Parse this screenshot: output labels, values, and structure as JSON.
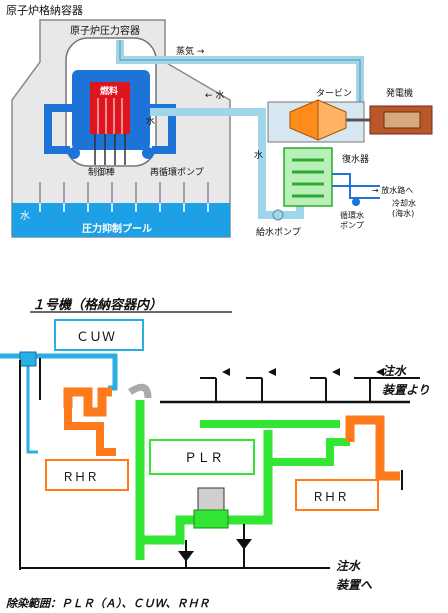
{
  "top": {
    "title": "原子炉格納容器",
    "vessel": "原子炉圧力容器",
    "steam": "蒸気 →",
    "water": "← 水",
    "fuel": "燃料",
    "water_small": "水",
    "control_rod": "制御棒",
    "recirc_pump": "再循環ポンプ",
    "turbine": "タービン",
    "generator": "発電機",
    "condenser": "復水器",
    "discharge": "→ 放水路へ",
    "cooling_water": "冷却水",
    "sea_water": "(海水)",
    "circ_pump_1": "循環水",
    "circ_pump_2": "ポンプ",
    "feed_pump": "給水ポンプ",
    "water_mid": "水",
    "water_pool": "水",
    "pool": "圧力抑制プール"
  },
  "bottom": {
    "title": "１号機（格納容器内）",
    "cuw": "ＣＵＷ",
    "rhr_left": "ＲＨＲ",
    "plr": "ＰＬＲ",
    "rhr_right": "ＲＨＲ",
    "inj1": "注水",
    "inj2": "装置より",
    "out1": "注水",
    "out2": "装置へ",
    "scope": "除染範囲：ＰＬＲ（Ａ）、ＣＵＷ、ＲＨＲ"
  },
  "colors": {
    "pipe_blue": "#9fd6ea",
    "pipe_dark_blue": "#1e73d8",
    "pool_blue": "#1ea0e6",
    "orange": "#ff7a1a",
    "green": "#33e633",
    "fuel_red": "#e0141e"
  }
}
